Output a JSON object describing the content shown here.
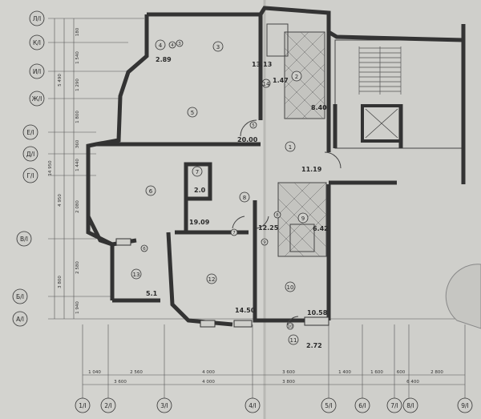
{
  "rooms": [
    {
      "num": "4",
      "area": "2.89"
    },
    {
      "num": "3",
      "area": ""
    },
    {
      "num": "5",
      "area": ""
    },
    {
      "num": "2",
      "area": "8.40"
    },
    {
      "num": "14",
      "area": "1.47"
    },
    {
      "num": "13.13",
      "area": ""
    },
    {
      "num": "1",
      "area": "20.00"
    },
    {
      "num": "7",
      "area": "2.0"
    },
    {
      "num": "6",
      "area": "19.09"
    },
    {
      "num": "8",
      "area": "12.25"
    },
    {
      "num": "9",
      "area": "6.42"
    },
    {
      "num": "13",
      "area": "5.1"
    },
    {
      "num": "12",
      "area": "14.50"
    },
    {
      "num": "10",
      "area": "10.58"
    },
    {
      "num": "11",
      "area": "2.72"
    },
    {
      "num": "11.19",
      "area": ""
    }
  ],
  "axes_left": [
    "Л/I",
    "К/I",
    "И/I",
    "Ж/I",
    "Е/I",
    "Д/I",
    "Г/I",
    "В/I",
    "Б/I",
    "А/I"
  ],
  "axes_bottom": [
    "1/I",
    "2/I",
    "3/I",
    "4/I",
    "5/I",
    "6/I",
    "7/I",
    "8/I",
    "9/I"
  ],
  "dims_bottom_row1": [
    "1 040",
    "2 560",
    "4 000",
    "3 600",
    "1 400",
    "1 600",
    "600",
    "2 800"
  ],
  "dims_bottom_row2": [
    "3 600",
    "4 000",
    "3 800",
    "6 400"
  ],
  "dims_left_col1": [
    "180",
    "1 540",
    "1 290",
    "1 800",
    "360",
    "1 440",
    "2 080",
    "2 580",
    "1 940"
  ],
  "dims_left_col2": [
    "5 490",
    "14 950",
    "4 950",
    "3 800"
  ],
  "tags": [
    "4",
    "3",
    "5",
    "6",
    "6",
    "7",
    "8",
    "9",
    "10",
    "11"
  ]
}
